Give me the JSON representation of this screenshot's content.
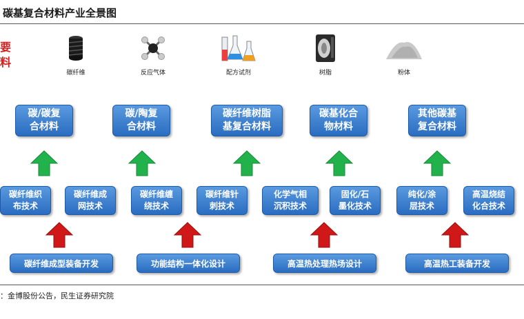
{
  "header": {
    "title": "碳基复合材料产业全景图"
  },
  "side_label": {
    "line1": "要",
    "line2": "料"
  },
  "materials": [
    {
      "label": "碳纤维",
      "icon": "carbon-fiber-spool-icon"
    },
    {
      "label": "反应气体",
      "icon": "molecule-icon"
    },
    {
      "label": "配方试剂",
      "icon": "lab-flasks-icon"
    },
    {
      "label": "树脂",
      "icon": "resin-icon"
    },
    {
      "label": "粉体",
      "icon": "powder-pile-icon"
    }
  ],
  "products": [
    {
      "line1": "碳/碳复",
      "line2": "合材料"
    },
    {
      "line1": "碳/陶复",
      "line2": "合材料"
    },
    {
      "line1": "碳纤维树脂",
      "line2": "基复合材料"
    },
    {
      "line1": "碳基化合",
      "line2": "物材料"
    },
    {
      "line1": "其他碳基",
      "line2": "复合材料"
    }
  ],
  "technologies": [
    {
      "line1": "碳纤维织",
      "line2": "布技术"
    },
    {
      "line1": "碳纤维成",
      "line2": "网技术"
    },
    {
      "line1": "碳纤维缠",
      "line2": "绕技术"
    },
    {
      "line1": "碳纤维针",
      "line2": "刺技术"
    },
    {
      "line1": "化学气相",
      "line2": "沉积技术"
    },
    {
      "line1": "固化/石",
      "line2": "墨化技术"
    },
    {
      "line1": "纯化/涂",
      "line2": "层技术"
    },
    {
      "line1": "高温烧结",
      "line2": "化合技术"
    }
  ],
  "equipment": [
    {
      "label": "碳纤维成型装备开发"
    },
    {
      "label": "功能结构一体化设计"
    },
    {
      "label": "高温热处理热场设计"
    },
    {
      "label": "高温热工装备开发"
    }
  ],
  "footer": {
    "source": "：金博股份公告，民生证券研究院"
  },
  "colors": {
    "box_blue": "#3a7fd5",
    "arrow_green": "#22b24c",
    "arrow_red": "#d01818",
    "label_red": "#d62020"
  }
}
